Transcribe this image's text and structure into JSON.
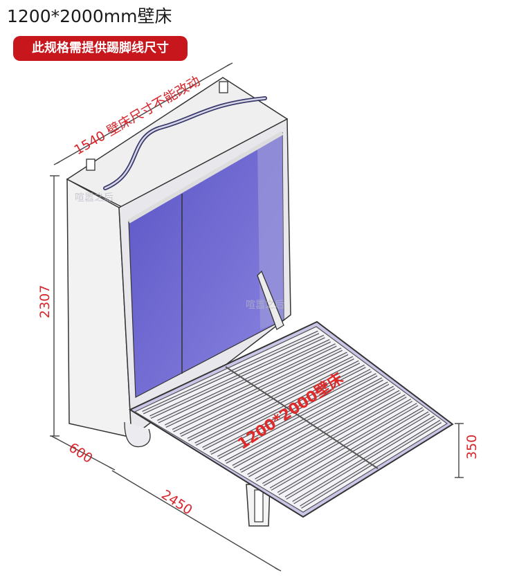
{
  "header": {
    "title": "1200*2000mm壁床",
    "notice": "此规格需提供踢脚线尺寸"
  },
  "dimensions": {
    "top_width": "1540 壁床尺寸不能改动",
    "height": "2307",
    "depth": "600",
    "total_length": "2450",
    "bed_height": "350"
  },
  "bed_label": "1200*2000壁床",
  "watermark": "喧嚣之后",
  "colors": {
    "accent_red": "#c8161d",
    "interior_purple": "#6b63cf",
    "cabinet": "#eeeeee"
  }
}
